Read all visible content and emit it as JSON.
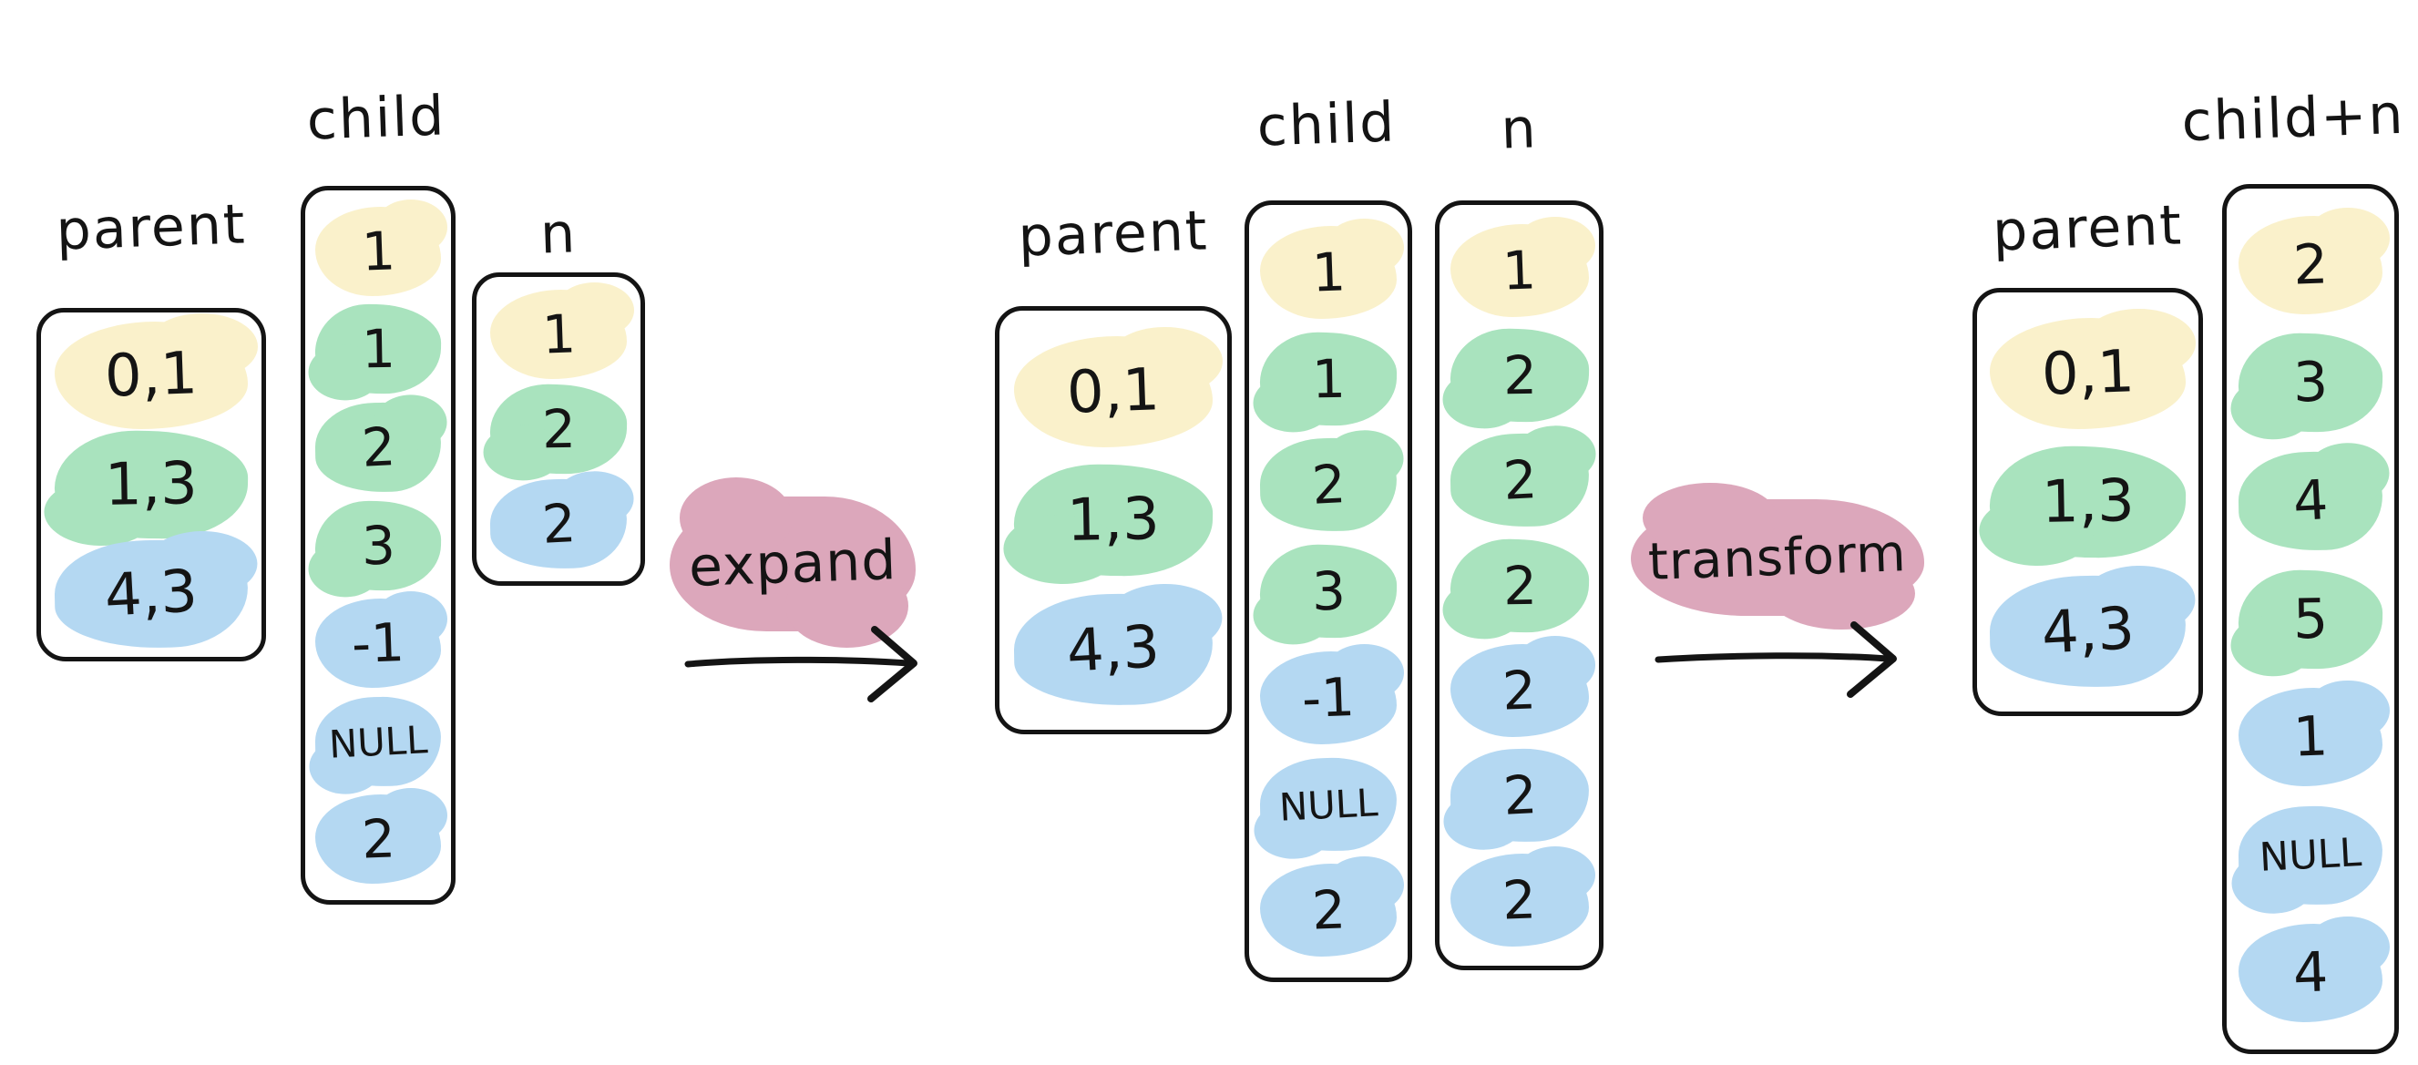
{
  "colors": {
    "yellow": "#faf1cb",
    "green": "#a9e3be",
    "blue": "#b4d8f2",
    "pink": "#dca7bb",
    "ink": "#141414"
  },
  "stages": [
    {
      "columns": [
        {
          "label": "parent",
          "cells": [
            {
              "value": "0,1",
              "tone": "yellow"
            },
            {
              "value": "1,3",
              "tone": "green"
            },
            {
              "value": "4,3",
              "tone": "blue"
            }
          ]
        },
        {
          "label": "child",
          "cells": [
            {
              "value": "1",
              "tone": "yellow"
            },
            {
              "value": "1",
              "tone": "green"
            },
            {
              "value": "2",
              "tone": "green"
            },
            {
              "value": "3",
              "tone": "green"
            },
            {
              "value": "-1",
              "tone": "blue"
            },
            {
              "value": "NULL",
              "tone": "blue"
            },
            {
              "value": "2",
              "tone": "blue"
            }
          ]
        },
        {
          "label": "n",
          "cells": [
            {
              "value": "1",
              "tone": "yellow"
            },
            {
              "value": "2",
              "tone": "green"
            },
            {
              "value": "2",
              "tone": "blue"
            }
          ]
        }
      ]
    },
    {
      "columns": [
        {
          "label": "parent",
          "cells": [
            {
              "value": "0,1",
              "tone": "yellow"
            },
            {
              "value": "1,3",
              "tone": "green"
            },
            {
              "value": "4,3",
              "tone": "blue"
            }
          ]
        },
        {
          "label": "child",
          "cells": [
            {
              "value": "1",
              "tone": "yellow"
            },
            {
              "value": "1",
              "tone": "green"
            },
            {
              "value": "2",
              "tone": "green"
            },
            {
              "value": "3",
              "tone": "green"
            },
            {
              "value": "-1",
              "tone": "blue"
            },
            {
              "value": "NULL",
              "tone": "blue"
            },
            {
              "value": "2",
              "tone": "blue"
            }
          ]
        },
        {
          "label": "n",
          "cells": [
            {
              "value": "1",
              "tone": "yellow"
            },
            {
              "value": "2",
              "tone": "green"
            },
            {
              "value": "2",
              "tone": "green"
            },
            {
              "value": "2",
              "tone": "green"
            },
            {
              "value": "2",
              "tone": "blue"
            },
            {
              "value": "2",
              "tone": "blue"
            },
            {
              "value": "2",
              "tone": "blue"
            }
          ]
        }
      ]
    },
    {
      "columns": [
        {
          "label": "parent",
          "cells": [
            {
              "value": "0,1",
              "tone": "yellow"
            },
            {
              "value": "1,3",
              "tone": "green"
            },
            {
              "value": "4,3",
              "tone": "blue"
            }
          ]
        },
        {
          "label": "child+n",
          "cells": [
            {
              "value": "2",
              "tone": "yellow"
            },
            {
              "value": "3",
              "tone": "green"
            },
            {
              "value": "4",
              "tone": "green"
            },
            {
              "value": "5",
              "tone": "green"
            },
            {
              "value": "1",
              "tone": "blue"
            },
            {
              "value": "NULL",
              "tone": "blue"
            },
            {
              "value": "4",
              "tone": "blue"
            }
          ]
        }
      ]
    }
  ],
  "transitions": [
    {
      "label": "expand"
    },
    {
      "label": "transform"
    }
  ]
}
